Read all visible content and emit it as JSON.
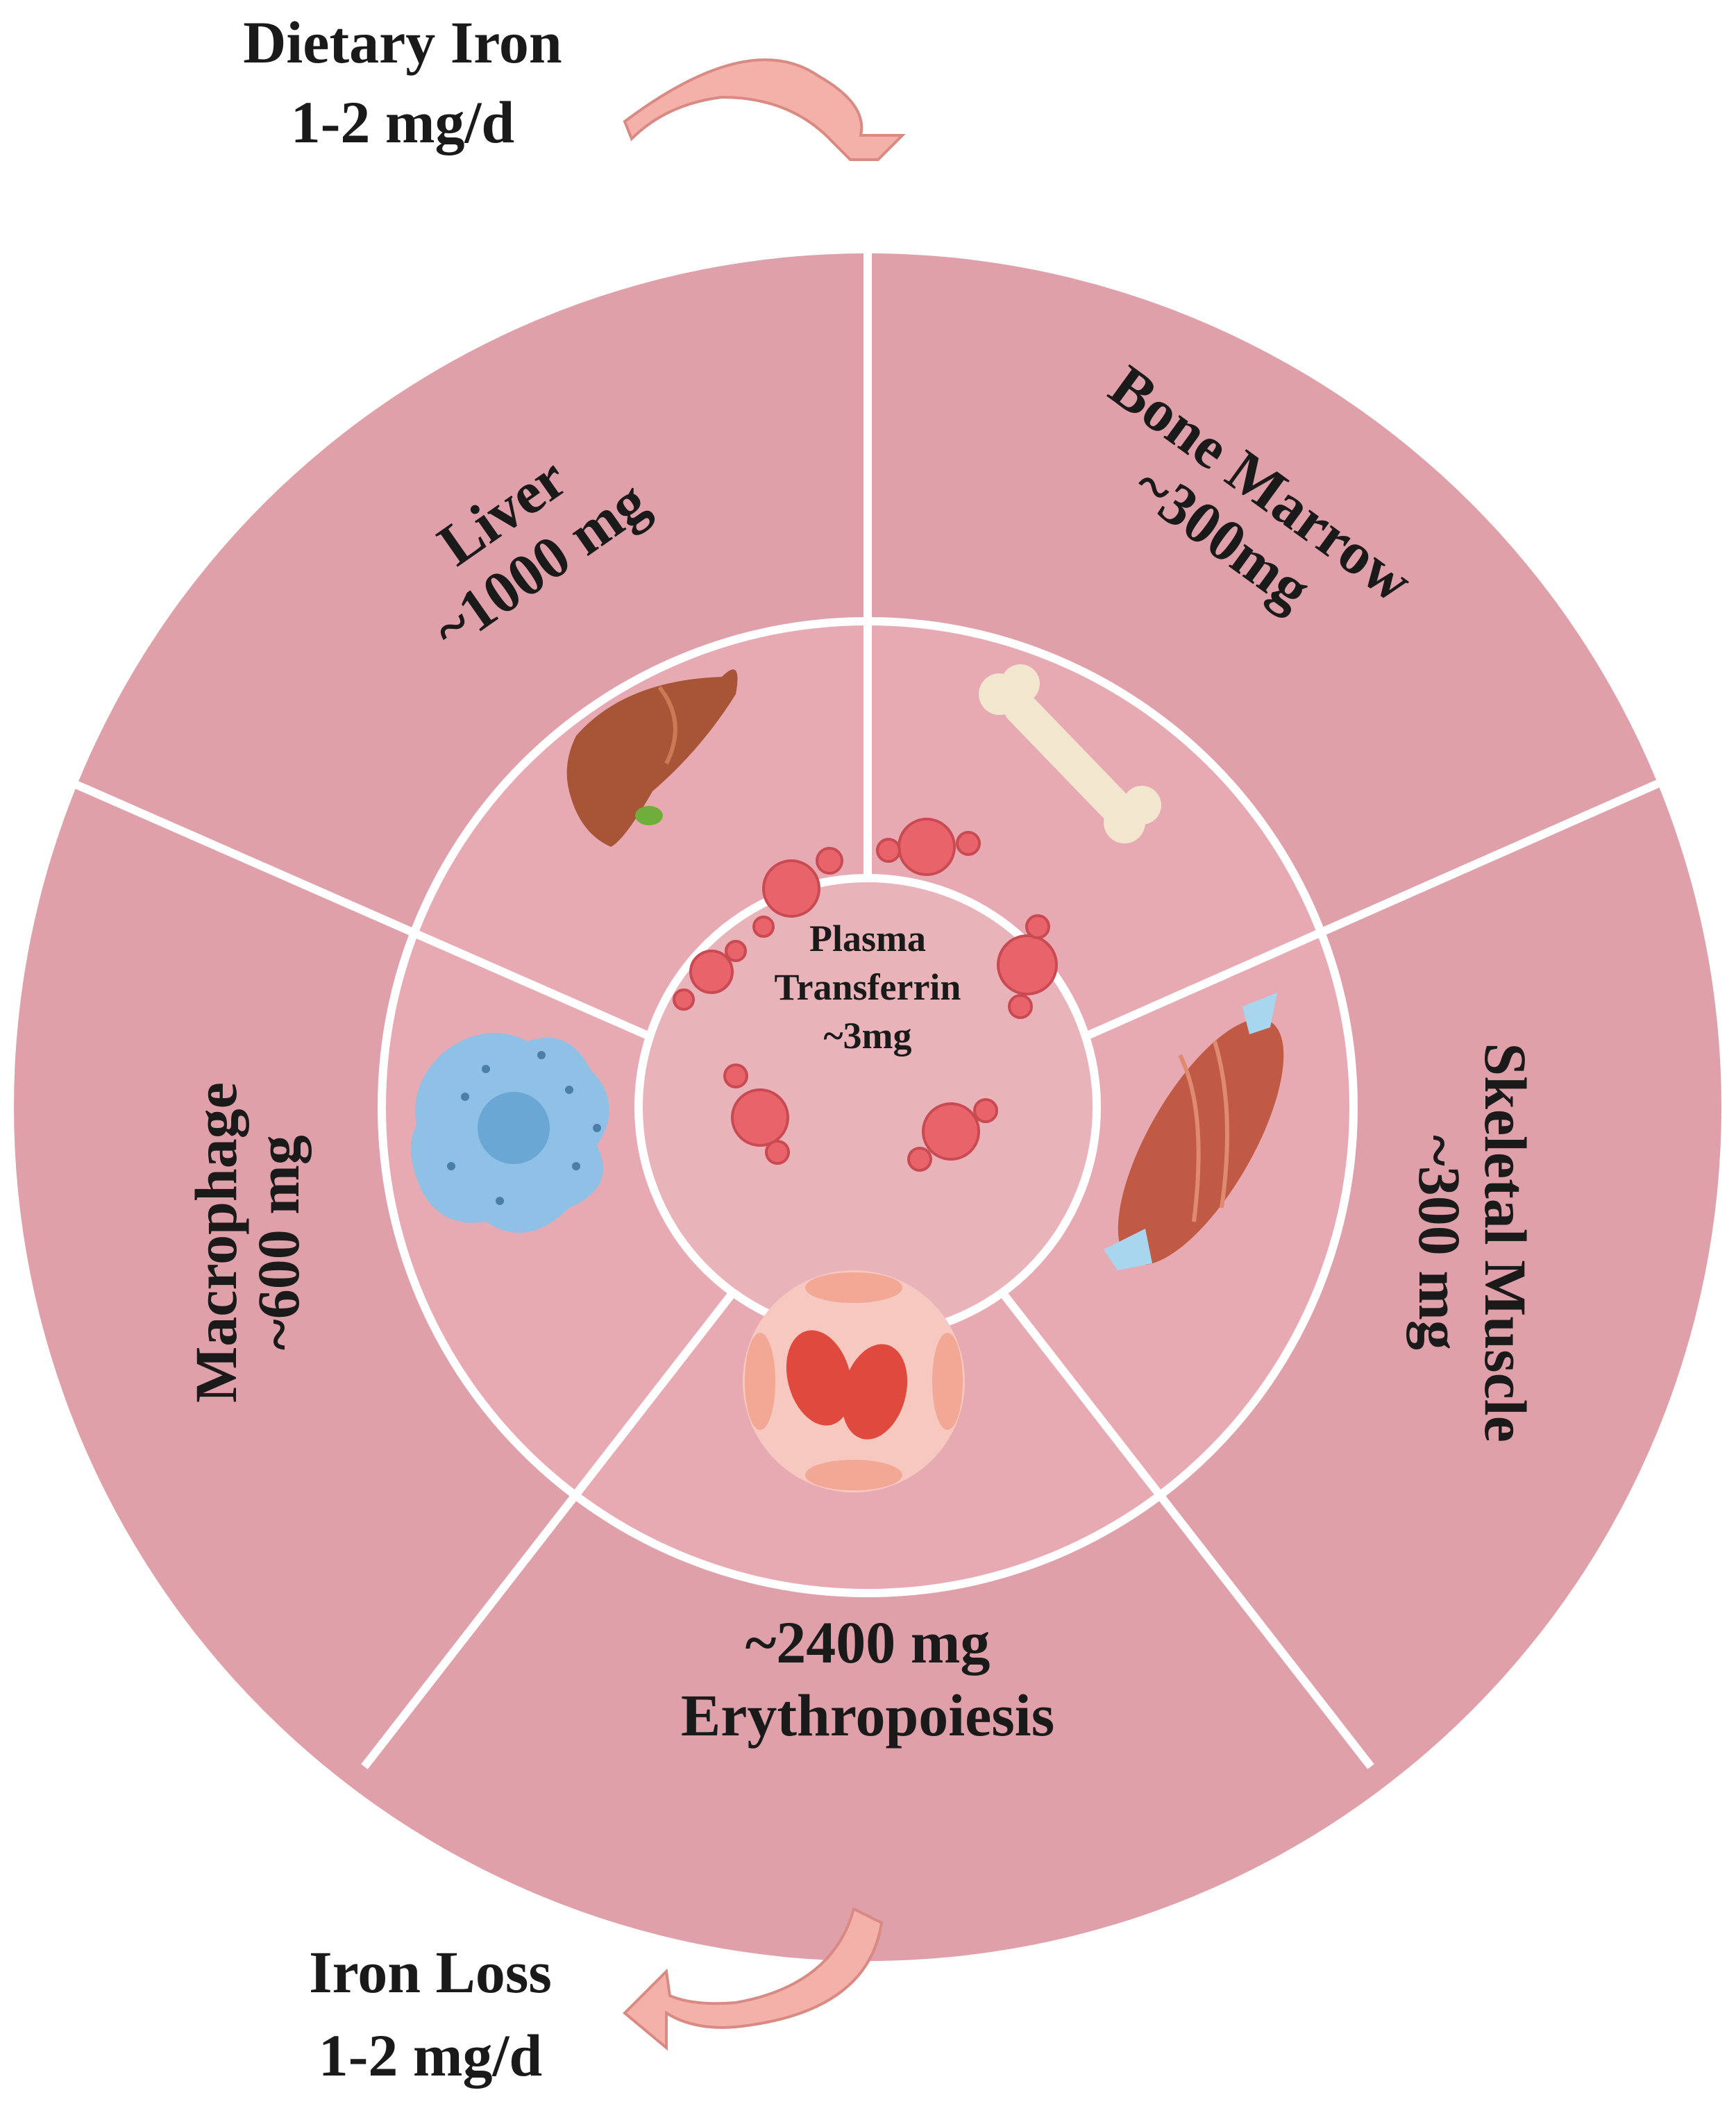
{
  "top_arrow": {
    "line1": "Dietary Iron",
    "line2": "1-2 mg/d"
  },
  "bottom_arrow": {
    "line1": "Iron Loss",
    "line2": "1-2 mg/d"
  },
  "center": {
    "line1": "Plasma",
    "line2": "Transferrin",
    "line3": "~3mg"
  },
  "segments": {
    "liver": {
      "name": "Liver",
      "amount": "~1000 mg",
      "icon": "liver-icon"
    },
    "bone_marrow": {
      "name": "Bone Marrow",
      "amount": "~300mg",
      "icon": "bone-icon"
    },
    "skeletal_muscle": {
      "name": "Skeletal Muscle",
      "amount": "~300 mg",
      "icon": "muscle-icon"
    },
    "erythropoiesis": {
      "name": "Erythropoiesis",
      "amount": "~2400 mg",
      "icon": "red-blood-cells-icon"
    },
    "macrophage": {
      "name": "Macrophage",
      "amount": "~600 mg",
      "icon": "macrophage-icon"
    }
  },
  "colors": {
    "outer_ring": "#e0a0aa",
    "inner_ring": "#e8aab2",
    "center": "#e9b3ba",
    "divider": "#ffffff",
    "arrow": "#f3b1aa",
    "arrow_stroke": "#d98a82",
    "text": "#1a1a1a"
  }
}
